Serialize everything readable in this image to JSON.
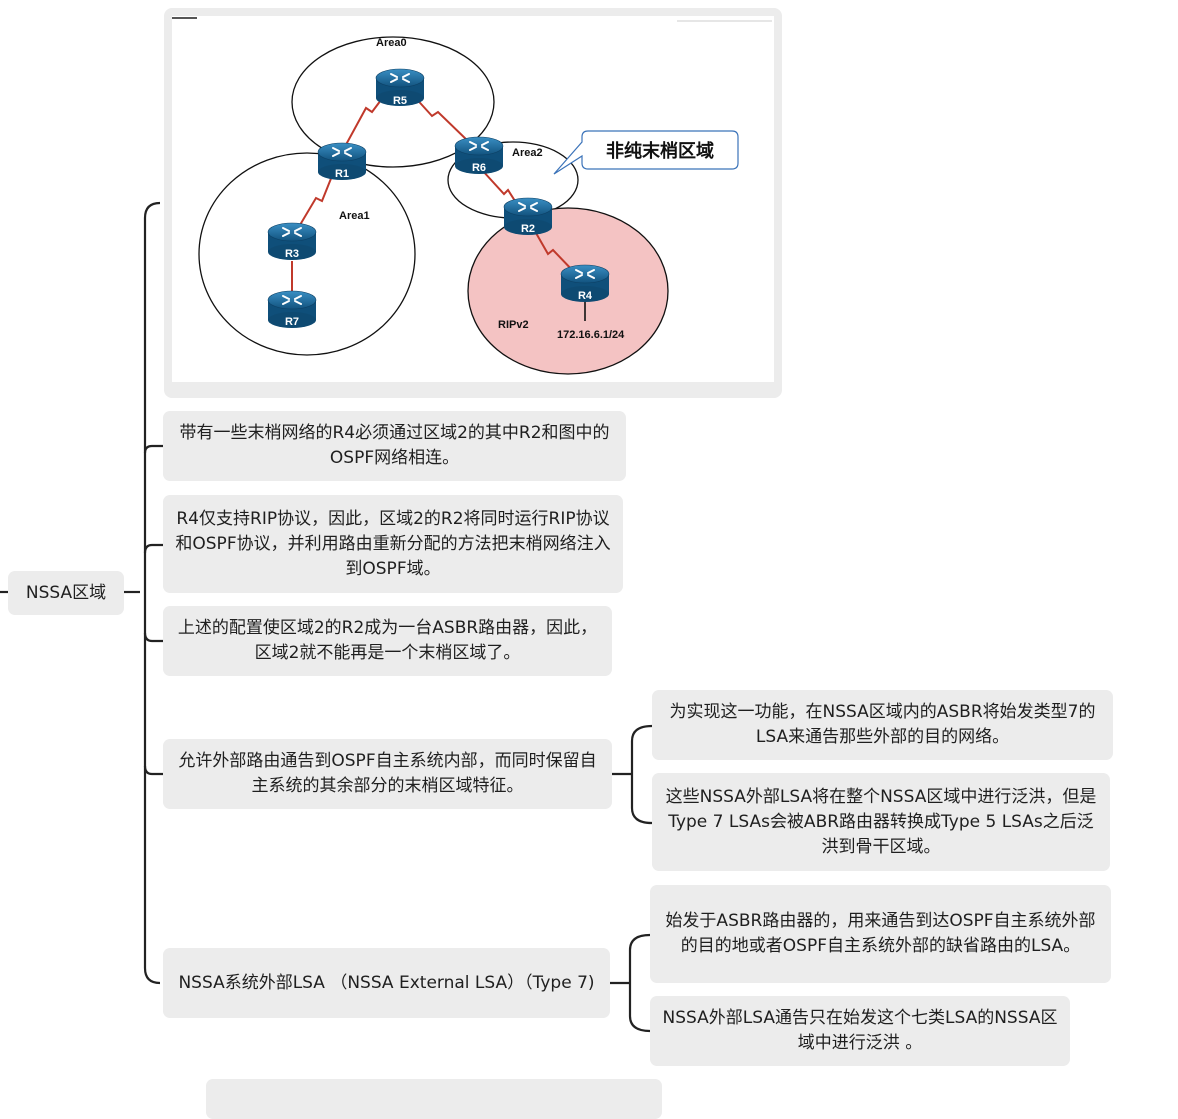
{
  "root": {
    "label": "NSSA区域"
  },
  "diagram": {
    "areas": {
      "area0": "Area0",
      "area1": "Area1",
      "area2": "Area2",
      "rip": "RIPv2"
    },
    "routers": {
      "r1": "R1",
      "r2": "R2",
      "r3": "R3",
      "r4": "R4",
      "r5": "R5",
      "r6": "R6",
      "r7": "R7"
    },
    "subnet": "172.16.6.1/24",
    "callout": "非纯末梢区域"
  },
  "branches": {
    "b1": "带有一些末梢网络的R4必须通过区域2的其中R2和图中的OSPF网络相连。",
    "b2": "R4仅支持RIP协议，因此，区域2的R2将同时运行RIP协议和OSPF协议，并利用路由重新分配的方法把末梢网络注入到OSPF域。",
    "b3": "上述的配置使区域2的R2成为一台ASBR路由器，因此，区域2就不能再是一个末梢区域了。",
    "b4": {
      "text": "允许外部路由通告到OSPF自主系统内部，而同时保留自主系统的其余部分的末梢区域特征。",
      "children": [
        "为实现这一功能，在NSSA区域内的ASBR将始发类型7的LSA来通告那些外部的目的网络。",
        "这些NSSA外部LSA将在整个NSSA区域中进行泛洪，但是Type 7 LSAs会被ABR路由器转换成Type 5 LSAs之后泛洪到骨干区域。"
      ]
    },
    "b5": {
      "text": "NSSA系统外部LSA （NSSA External LSA）（Type 7)",
      "children": [
        "始发于ASBR路由器的，用来通告到达OSPF自主系统外部的目的地或者OSPF自主系统外部的缺省路由的LSA。",
        "NSSA外部LSA通告只在始发这个七类LSA的NSSA区域中进行泛洪 。"
      ]
    }
  }
}
